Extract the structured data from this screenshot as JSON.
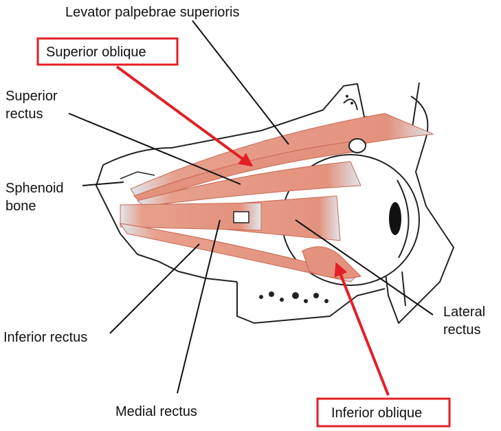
{
  "labels": {
    "levator": "Levator palpebrae superioris",
    "superior_oblique": "Superior oblique",
    "superior_rectus_1": "Superior",
    "superior_rectus_2": "rectus",
    "sphenoid_1": "Sphenoid",
    "sphenoid_2": "bone",
    "inferior_rectus": "Inferior rectus",
    "medial_rectus": "Medial rectus",
    "lateral_rectus_1": "Lateral",
    "lateral_rectus_2": "rectus",
    "inferior_oblique": "Inferior oblique"
  },
  "colors": {
    "highlight": "#e41e26",
    "muscle": "#e3927d",
    "muscle_dark": "#c8654f",
    "tendon": "#dfe7ee",
    "bone_outline": "#222222",
    "leader_line": "#111111"
  }
}
